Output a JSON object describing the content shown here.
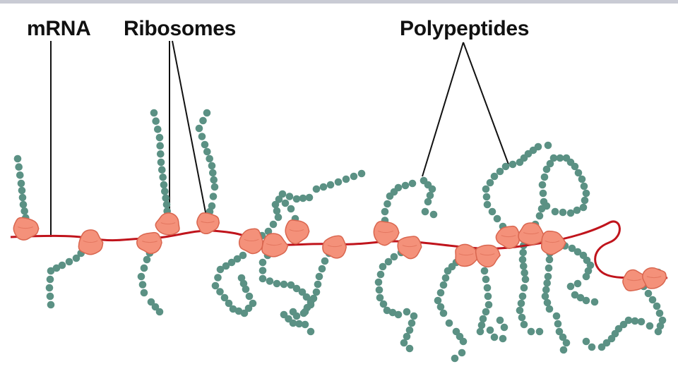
{
  "labels": {
    "mrna": "mRNA",
    "ribosomes": "Ribosomes",
    "polypeptides": "Polypeptides"
  },
  "colors": {
    "mrna_strand": "#c0141c",
    "ribosome_fill": "#f4917a",
    "ribosome_stroke": "#d9664f",
    "amino_acid": "#5b9184",
    "leader_line": "#111111"
  }
}
